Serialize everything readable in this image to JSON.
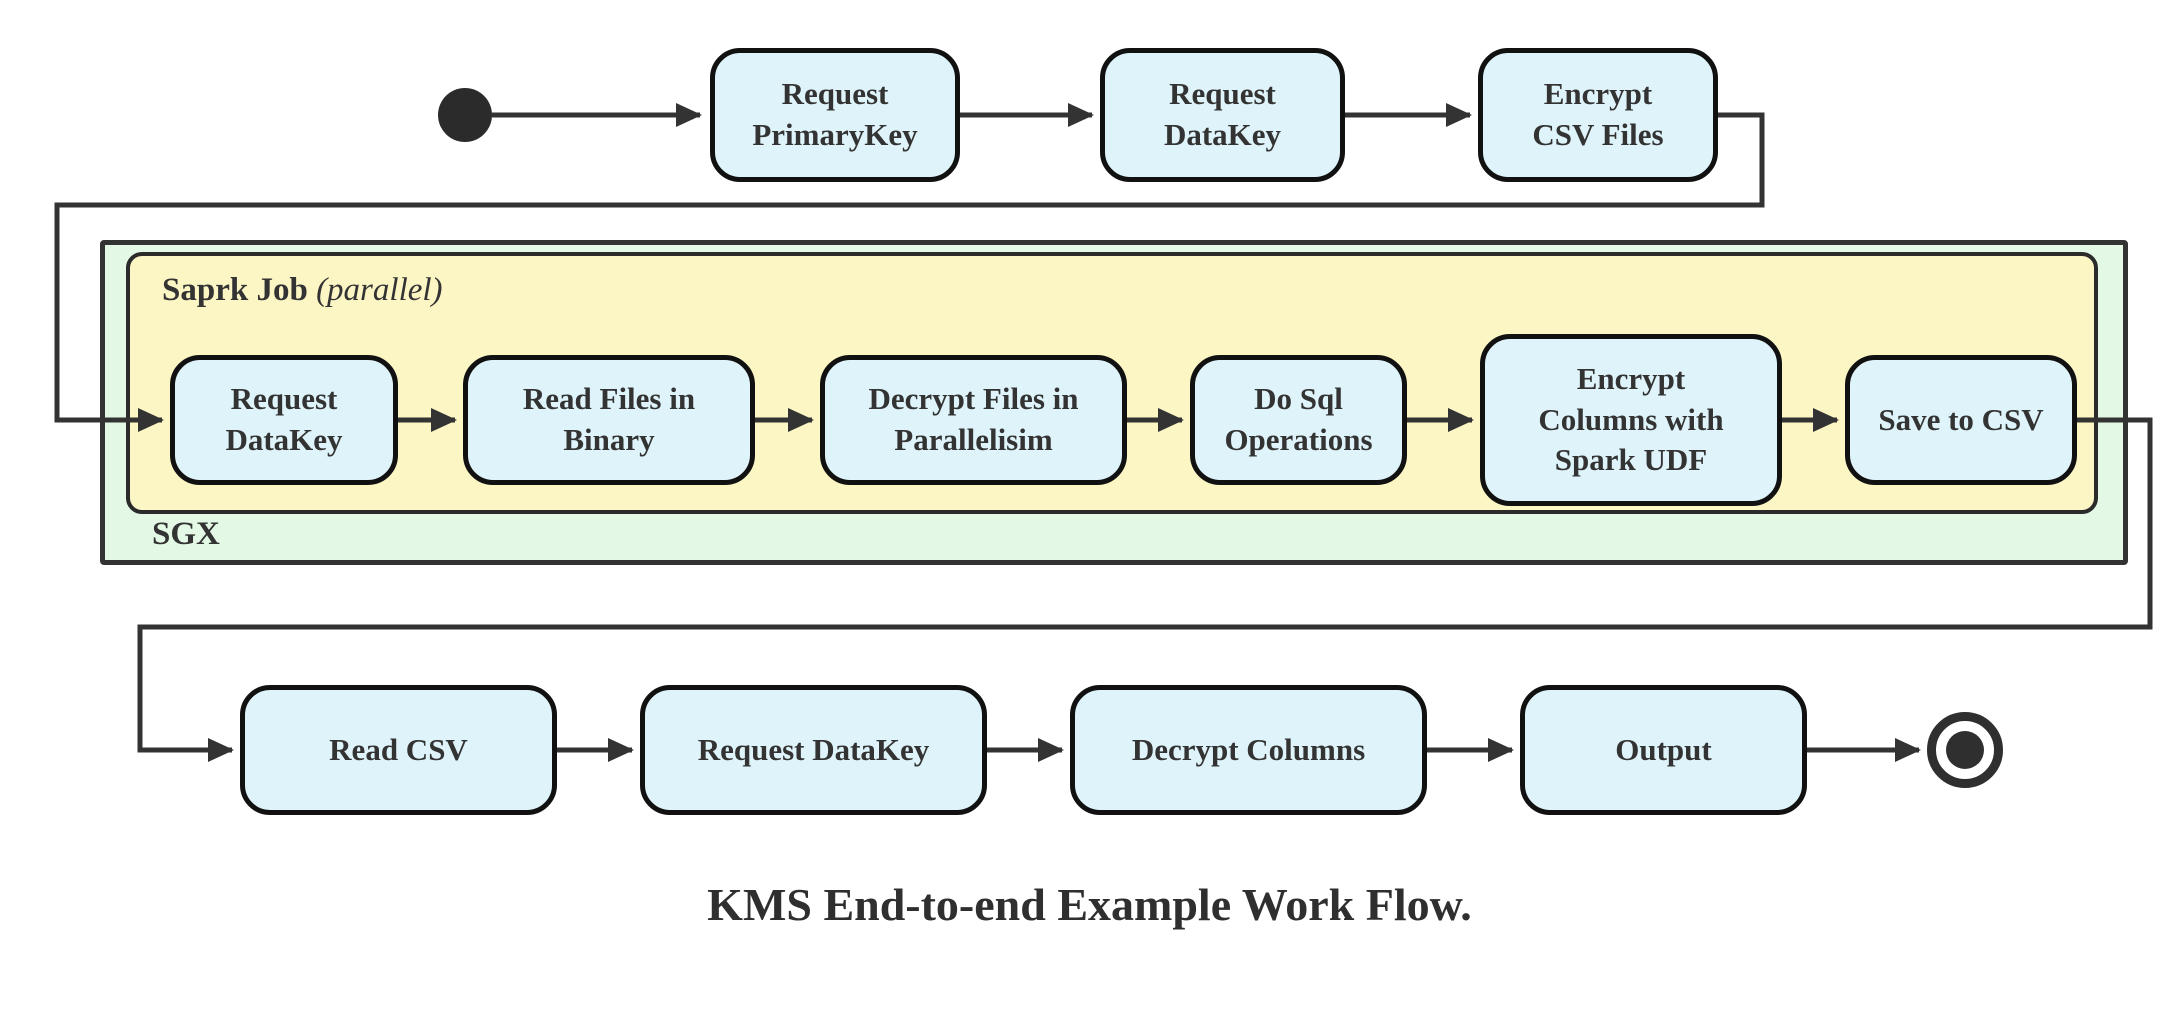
{
  "caption": "KMS End-to-end Example Work Flow.",
  "colors": {
    "node_fill": "#dff4fa",
    "node_border": "#111111",
    "spark_container_fill": "#fcf6c5",
    "sgx_container_fill": "#e3f9e5",
    "container_border": "#333333",
    "edge_color": "#333333",
    "text_color": "#333333",
    "start_end_marker": "#2b2b2b"
  },
  "containers": {
    "sgx": {
      "label": "SGX"
    },
    "spark": {
      "label_bold": "Saprk Job",
      "label_italic": "(parallel)"
    }
  },
  "flow": {
    "top": [
      {
        "label": "Request\nPrimaryKey"
      },
      {
        "label": "Request\nDataKey"
      },
      {
        "label": "Encrypt\nCSV Files"
      }
    ],
    "sgx_row": [
      {
        "label": "Request\nDataKey"
      },
      {
        "label": "Read Files in\nBinary"
      },
      {
        "label": "Decrypt Files in\nParallelisim"
      },
      {
        "label": "Do Sql\nOperations"
      },
      {
        "label": "Encrypt\nColumns with\nSpark UDF"
      },
      {
        "label": "Save to CSV"
      }
    ],
    "bottom": [
      {
        "label": "Read CSV"
      },
      {
        "label": "Request DataKey"
      },
      {
        "label": "Decrypt Columns"
      },
      {
        "label": "Output"
      }
    ]
  }
}
